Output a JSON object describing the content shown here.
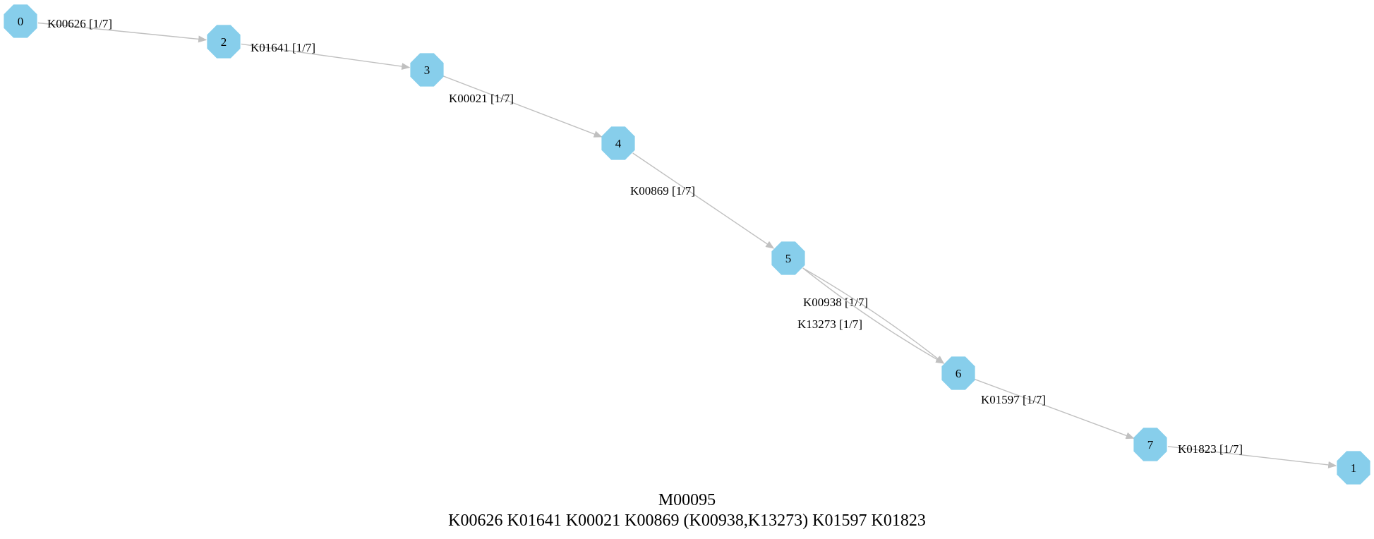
{
  "graph": {
    "nodes": [
      {
        "id": "0",
        "label": "0"
      },
      {
        "id": "2",
        "label": "2"
      },
      {
        "id": "3",
        "label": "3"
      },
      {
        "id": "4",
        "label": "4"
      },
      {
        "id": "5",
        "label": "5"
      },
      {
        "id": "6",
        "label": "6"
      },
      {
        "id": "7",
        "label": "7"
      },
      {
        "id": "1",
        "label": "1"
      }
    ],
    "edges": [
      {
        "from": "0",
        "to": "2",
        "label": "K00626 [1/7]"
      },
      {
        "from": "2",
        "to": "3",
        "label": "K01641 [1/7]"
      },
      {
        "from": "3",
        "to": "4",
        "label": "K00021 [1/7]"
      },
      {
        "from": "4",
        "to": "5",
        "label": "K00869 [1/7]"
      },
      {
        "from": "5",
        "to": "6",
        "label": "K00938 [1/7]"
      },
      {
        "from": "5",
        "to": "6",
        "label": "K13273 [1/7]"
      },
      {
        "from": "6",
        "to": "7",
        "label": "K01597 [1/7]"
      },
      {
        "from": "7",
        "to": "1",
        "label": "K01823 [1/7]"
      }
    ],
    "colors": {
      "node": "#87CEEB",
      "edge": "#c0c0c0"
    }
  },
  "caption": {
    "title": "M00095",
    "formula": "K00626 K01641 K00021 K00869 (K00938,K13273) K01597 K01823"
  }
}
